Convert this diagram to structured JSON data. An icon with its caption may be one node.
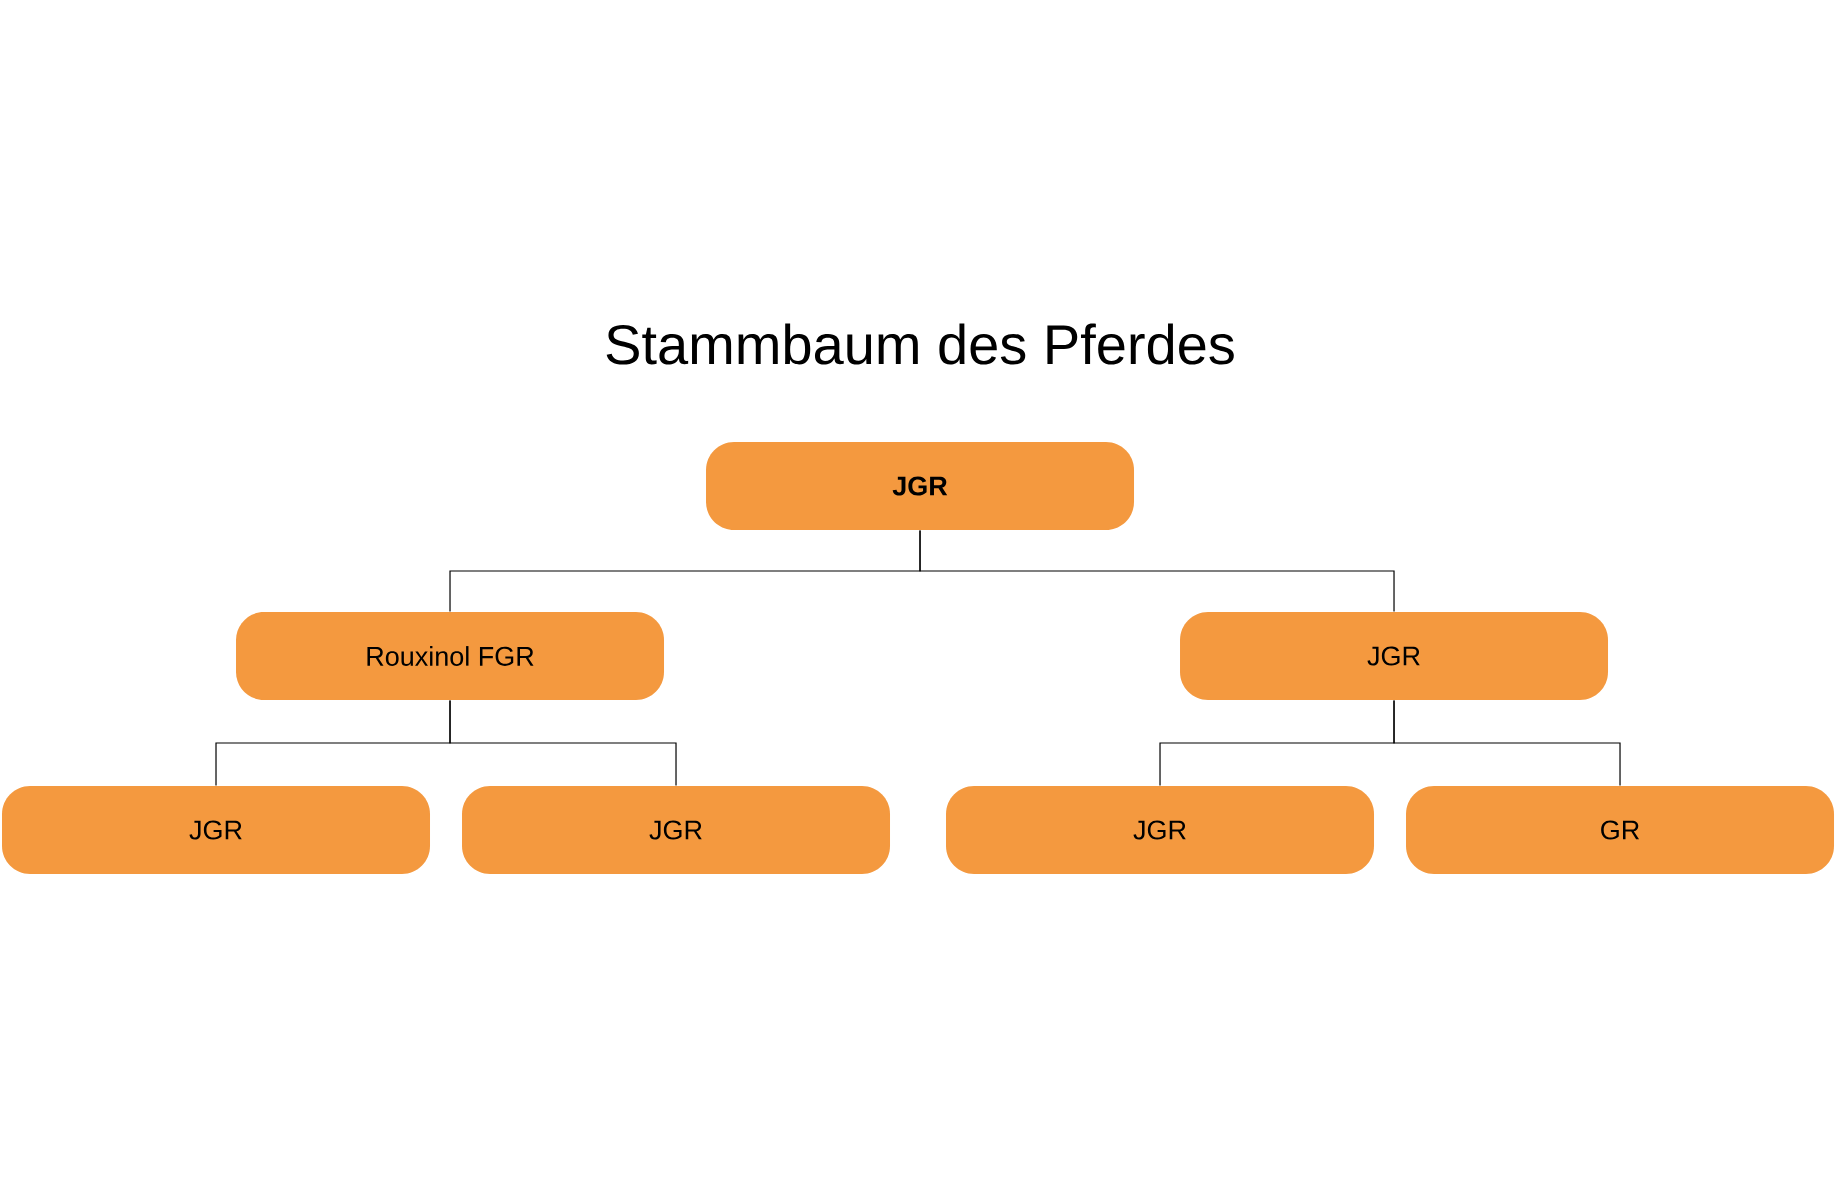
{
  "diagram": {
    "title": "Stammbaum des Pferdes",
    "nodes": [
      {
        "text": [
          "JGR"
        ]
      },
      {
        "text": [
          "Rouxinol FGR"
        ]
      },
      {
        "text": [
          "JGR"
        ]
      },
      {
        "text": [
          "JGR"
        ]
      },
      {
        "text": [
          "JGR"
        ]
      },
      {
        "text": [
          "JGR"
        ]
      },
      {
        "text": [
          "GR"
        ]
      }
    ],
    "edges": [
      {
        "from": 0,
        "to": 1,
        "arrow": "none"
      },
      {
        "from": 0,
        "to": 2,
        "arrow": "none"
      },
      {
        "from": 1,
        "to": 3,
        "arrow": "none"
      },
      {
        "from": 1,
        "to": 4,
        "arrow": "none"
      },
      {
        "from": 2,
        "to": 5,
        "arrow": "none"
      },
      {
        "from": 2,
        "to": 6,
        "arrow": "none"
      }
    ]
  }
}
